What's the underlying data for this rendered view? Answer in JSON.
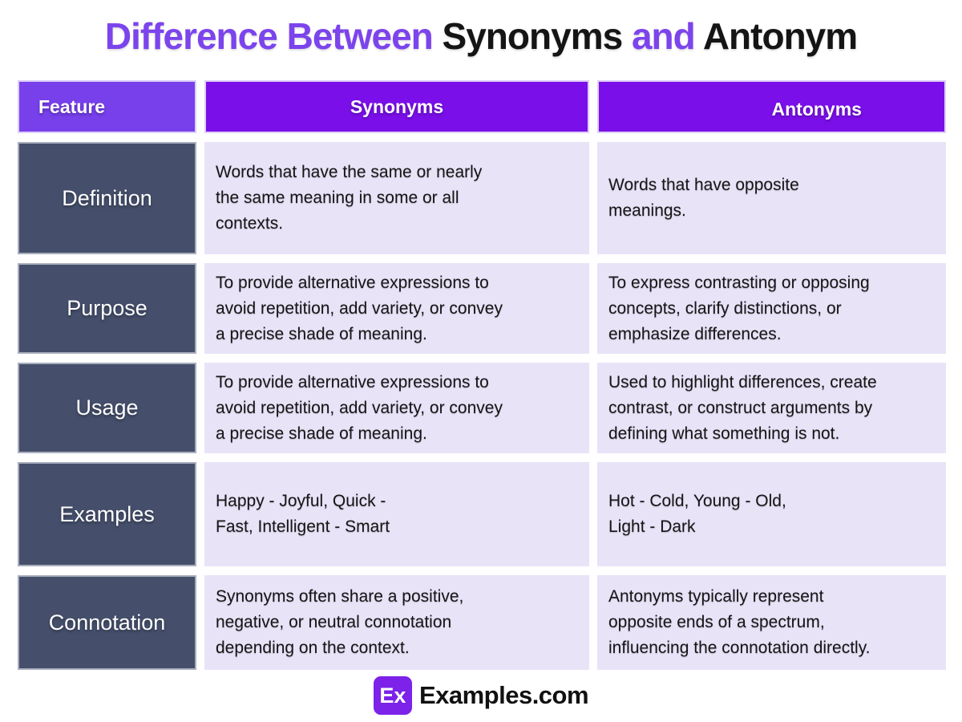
{
  "title": {
    "segments": [
      {
        "text": "Difference Between ",
        "color": "#7C44EC"
      },
      {
        "text": "Synonyms ",
        "color": "#151515"
      },
      {
        "text": "and ",
        "color": "#7C44EC"
      },
      {
        "text": "Antonym",
        "color": "#151515"
      }
    ]
  },
  "table": {
    "headers": [
      {
        "label": "Feature"
      },
      {
        "label": "Synonyms"
      },
      {
        "label": "Antonyms"
      }
    ],
    "rows": [
      {
        "feature": "Definition",
        "synonyms": "Words that have the same or nearly\nthe same meaning in some or all\ncontexts.",
        "antonyms": "Words that have opposite\nmeanings."
      },
      {
        "feature": "Purpose",
        "synonyms": "To provide alternative expressions to\navoid repetition, add variety, or convey\na precise shade of meaning.",
        "antonyms": "To express contrasting or opposing\nconcepts, clarify distinctions, or\nemphasize differences."
      },
      {
        "feature": "Usage",
        "synonyms": "To provide alternative expressions to\navoid repetition, add variety, or convey\na precise shade of meaning.",
        "antonyms": "Used to highlight differences, create\ncontrast, or construct arguments by\ndefining what something is not."
      },
      {
        "feature": "Examples",
        "synonyms": "Happy - Joyful, Quick -\nFast, Intelligent - Smart",
        "antonyms": "Hot - Cold, Young - Old,\nLight - Dark"
      },
      {
        "feature": "Connotation",
        "synonyms": "Synonyms often share a positive,\nnegative, or neutral connotation\ndepending on the context.",
        "antonyms": "Antonyms typically represent\nopposite ends of a spectrum,\ninfluencing the connotation directly."
      }
    ]
  },
  "footer": {
    "logo_text": "Ex",
    "site_name": "Examples.com"
  },
  "colors": {
    "title_accent": "#7C44EC",
    "header_purple": "#7B0FE9",
    "feature_header_purple": "#7740EB",
    "label_dark": "#454F6B",
    "cell_lavender": "#E9E3F8",
    "logo_purple": "#7C22E9"
  }
}
